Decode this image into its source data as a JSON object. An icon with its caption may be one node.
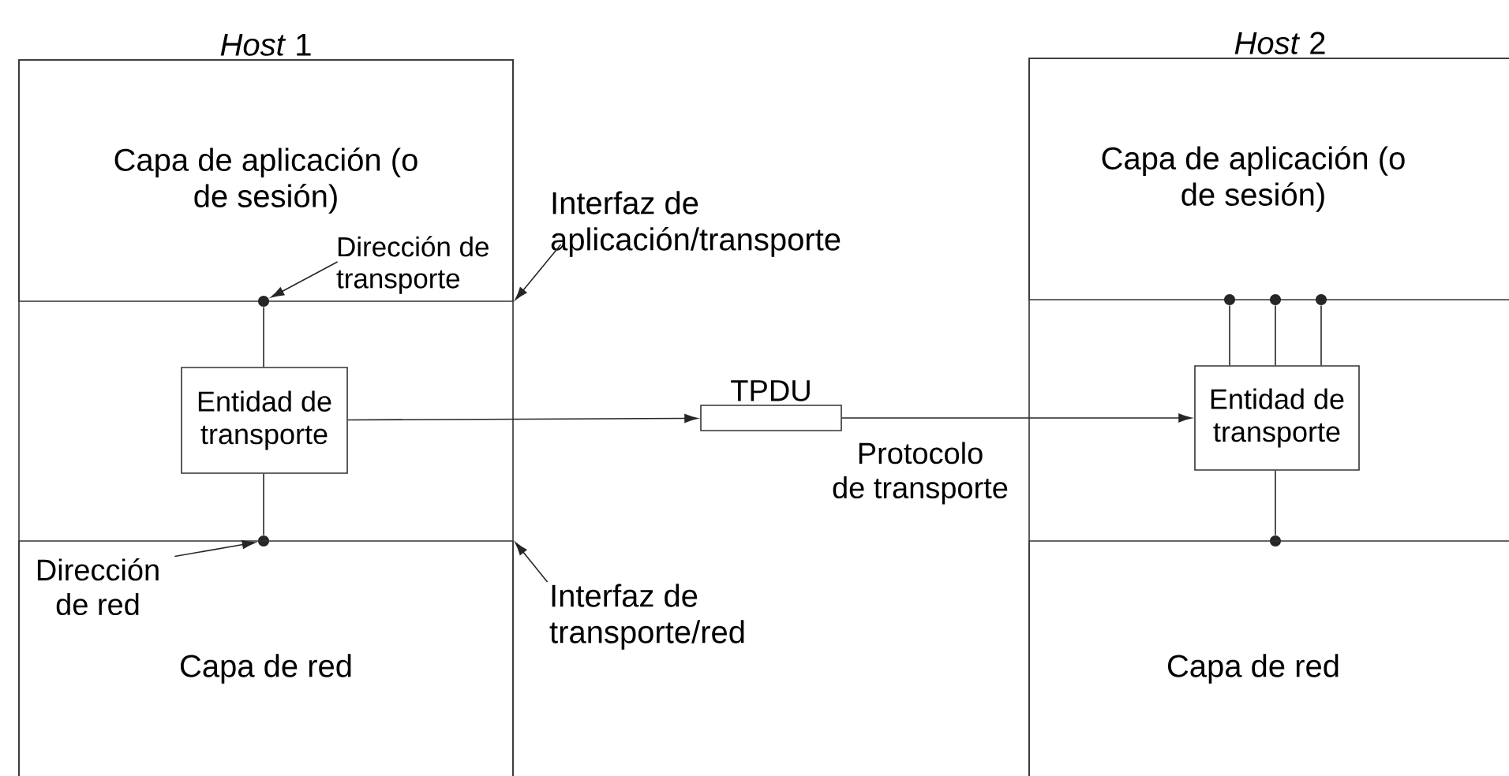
{
  "diagram": {
    "nodes": [
      {
        "text": [
          "*Host* 1"
        ]
      },
      {
        "text": [
          "Capa de aplicación (o de sesión)"
        ],
        "in": 0
      },
      {
        "text": [
          "Dirección de transporte"
        ],
        "in": 1
      },
      {
        "text": [],
        "shape": "circle",
        "in": 0
      },
      {
        "text": [
          "Entidad de transporte"
        ],
        "in": 0
      },
      {
        "text": [],
        "shape": "circle",
        "in": 0
      },
      {
        "text": [
          "Capa de red"
        ],
        "in": 0
      },
      {
        "text": [
          "Dirección de red"
        ],
        "in": 6
      },
      {
        "text": [
          "Interfaz de aplicación/transporte"
        ]
      },
      {
        "text": [
          "TPDU"
        ]
      },
      {
        "text": [
          "Interfaz de transporte/red"
        ]
      },
      {
        "text": [
          "*Host* 2"
        ]
      },
      {
        "text": [
          "Capa de aplicación (o de sesión)"
        ],
        "in": 11
      },
      {
        "text": [],
        "shape": "circle",
        "in": 11
      },
      {
        "text": [],
        "shape": "circle",
        "in": 11
      },
      {
        "text": [],
        "shape": "circle",
        "in": 11
      },
      {
        "text": [
          "Entidad de transporte"
        ],
        "in": 11
      },
      {
        "text": [],
        "shape": "circle",
        "in": 11
      },
      {
        "text": [
          "Capa de red"
        ],
        "in": 11
      }
    ],
    "edges": [
      {
        "from": 4,
        "to": 9,
        "arrow": "to"
      },
      {
        "from": 9,
        "to": 16,
        "arrow": "to",
        "label": "Protocolo de transporte"
      },
      {
        "from": 4,
        "to": 3,
        "arrow": "none"
      },
      {
        "from": 4,
        "to": 5,
        "arrow": "none"
      },
      {
        "from": 16,
        "to": 13,
        "arrow": "none"
      },
      {
        "from": 16,
        "to": 14,
        "arrow": "none"
      },
      {
        "from": 16,
        "to": 15,
        "arrow": "none"
      },
      {
        "from": 16,
        "to": 17,
        "arrow": "none"
      },
      {
        "from": 2,
        "to": 3,
        "arrow": "to"
      },
      {
        "from": 7,
        "to": 5,
        "arrow": "to"
      },
      {
        "from": 8,
        "to": 1,
        "arrow": "to"
      },
      {
        "from": 10,
        "to": 6,
        "arrow": "to"
      }
    ]
  }
}
